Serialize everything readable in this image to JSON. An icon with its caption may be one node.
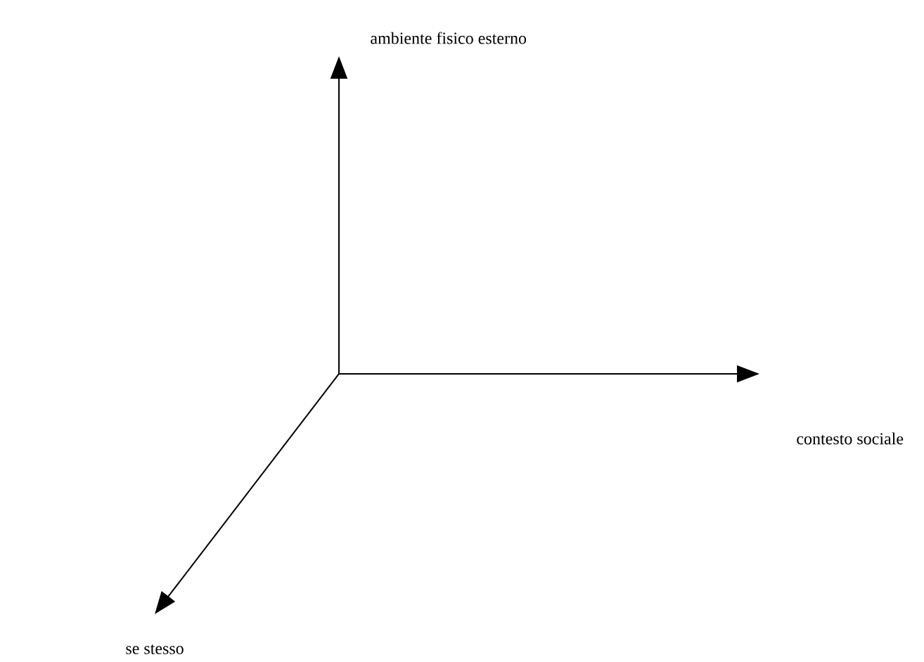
{
  "diagram": {
    "nodes": [
      {
        "text": [
          "ambiente fisico esterno"
        ]
      },
      {
        "text": [
          "contesto sociale"
        ]
      },
      {
        "text": [
          "se stesso"
        ]
      }
    ],
    "edges": [
      {
        "from": null,
        "to": 0,
        "arrow": "to"
      },
      {
        "from": null,
        "to": 1,
        "arrow": "to"
      },
      {
        "from": null,
        "to": 2,
        "arrow": "to"
      }
    ]
  }
}
